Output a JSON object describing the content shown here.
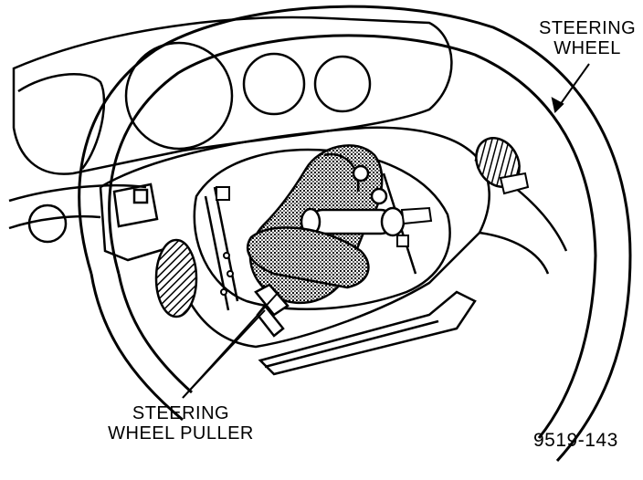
{
  "labels": {
    "steering_wheel_line1": "STEERING",
    "steering_wheel_line2": "WHEEL",
    "puller_line1": "STEERING",
    "puller_line2": "WHEEL PULLER",
    "figure_number": "9519-143"
  },
  "colors": {
    "ink": "#000000",
    "paper": "#ffffff"
  }
}
